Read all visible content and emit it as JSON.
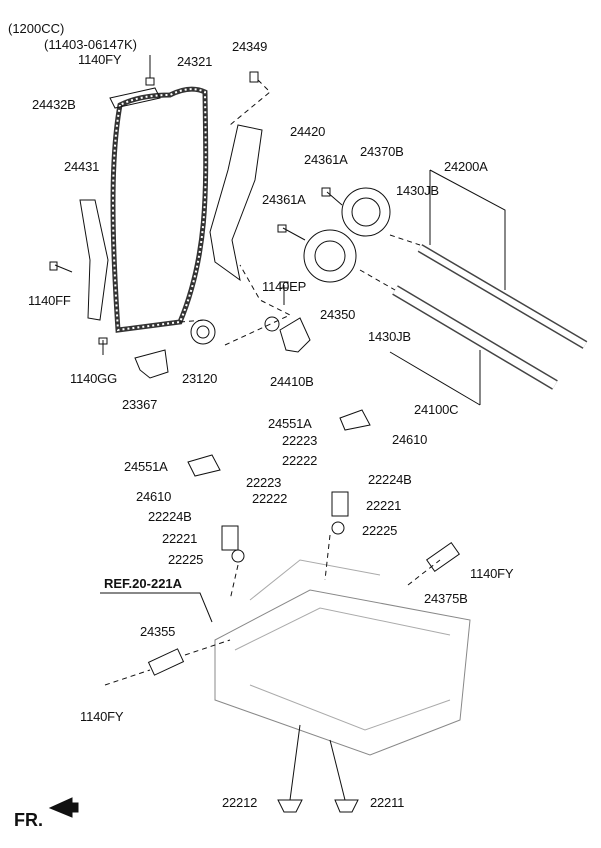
{
  "header": {
    "engine": "(1200CC)",
    "serial_range": "(11403-06147K)"
  },
  "labels": [
    "1140FY",
    "24321",
    "24349",
    "24432B",
    "24420",
    "24361A",
    "24370B",
    "24200A",
    "24431",
    "24361A",
    "1430JB",
    "1140FF",
    "1140EP",
    "24350",
    "1430JB",
    "1140GG",
    "23120",
    "24410B",
    "23367",
    "24100C",
    "24551A",
    "24610",
    "22223",
    "22222",
    "24551A",
    "22224B",
    "22223",
    "24610",
    "22222",
    "22221",
    "22224B",
    "22225",
    "22221",
    "22225",
    "1140FY",
    "24375B",
    "24355",
    "1140FY",
    "22212",
    "22211"
  ],
  "reference": "REF.20-221A",
  "direction": "FR."
}
